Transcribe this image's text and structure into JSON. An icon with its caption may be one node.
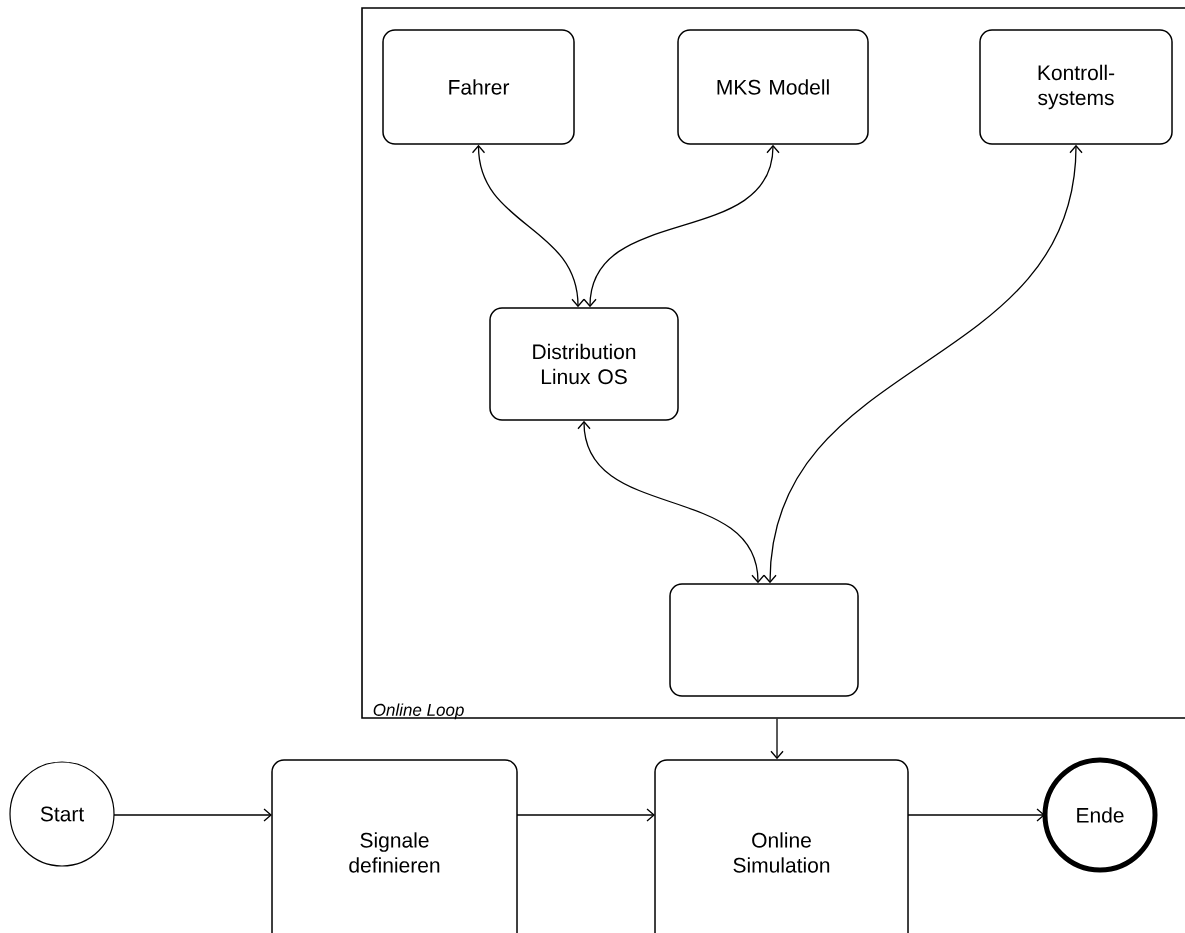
{
  "diagram": {
    "nodes": [
      {
        "text": [
          "Online Loop"
        ]
      },
      {
        "text": [
          "Fahrer"
        ],
        "in": 0
      },
      {
        "text": [
          "MKS Modell"
        ],
        "in": 0
      },
      {
        "text": [
          "Kontroll- systems"
        ],
        "in": 0
      },
      {
        "text": [
          "Distribution Linux OS"
        ],
        "in": 0
      },
      {
        "text": [],
        "shape": "box",
        "in": 0
      },
      {
        "text": [
          "Start"
        ]
      },
      {
        "text": [
          "Signale definieren"
        ]
      },
      {
        "text": [
          "Online Simulation"
        ]
      },
      {
        "text": [
          "Ende"
        ]
      }
    ],
    "edges": [
      {
        "from": 1,
        "to": 4,
        "arrow": "both"
      },
      {
        "from": 2,
        "to": 4,
        "arrow": "both"
      },
      {
        "from": 3,
        "to": 5,
        "arrow": "both"
      },
      {
        "from": 4,
        "to": 5,
        "arrow": "both"
      },
      {
        "from": 0,
        "to": 8,
        "arrow": "to"
      },
      {
        "from": 6,
        "to": 7,
        "arrow": "to"
      },
      {
        "from": 7,
        "to": 8,
        "arrow": "to"
      },
      {
        "from": 8,
        "to": 9,
        "arrow": "to"
      }
    ]
  }
}
